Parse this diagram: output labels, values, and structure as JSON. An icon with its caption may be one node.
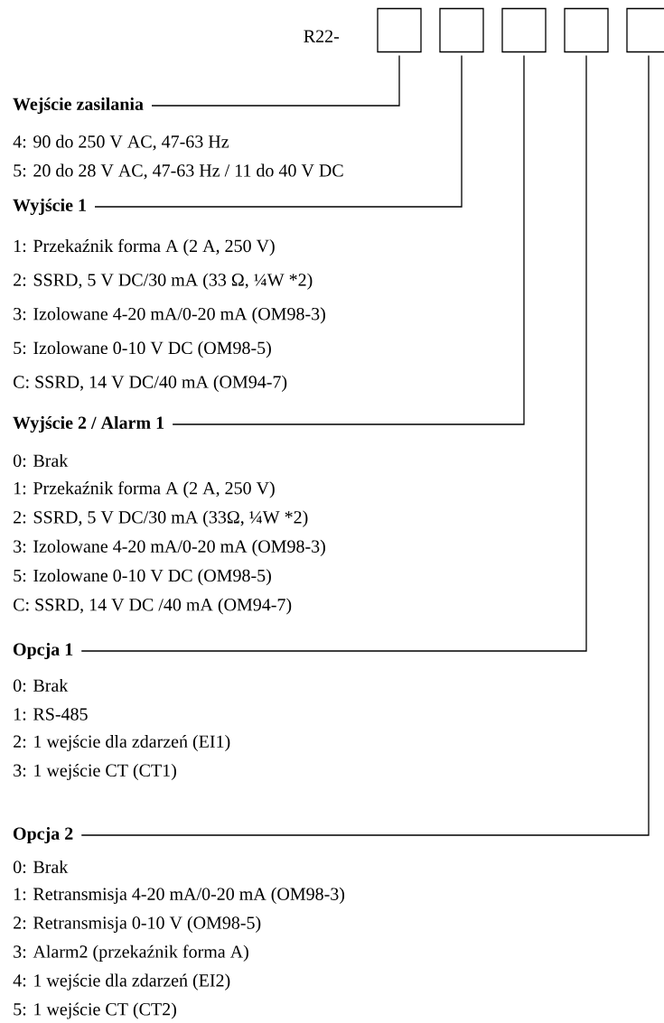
{
  "diagram": {
    "nodes": [
      {
        "text": [],
        "shape": "box"
      },
      {
        "text": [],
        "shape": "box"
      },
      {
        "text": [],
        "shape": "box"
      },
      {
        "text": [],
        "shape": "box"
      },
      {
        "text": [],
        "shape": "box"
      },
      {
        "text": [
          "Wejście zasilania"
        ],
        "beside": [
          "4: 90 do 250 V AC, 47-63 Hz",
          "5: 20 do 28 V AC, 47-63 Hz / 11 do 40 V DC"
        ]
      },
      {
        "text": [
          "Wyjście 1"
        ],
        "beside": [
          "1: Przekaźnik forma A (2 A, 250 V)",
          "2: SSRD, 5 V DC/30 mA (33 Ω, ¼W *2)",
          "3: Izolowane 4-20 mA/0-20 mA (OM98-3)",
          "5: Izolowane 0-10 V DC (OM98-5)",
          "C: SSRD, 14 V DC/40 mA (OM94-7)"
        ]
      },
      {
        "text": [
          "Wyjście 2 / Alarm 1"
        ],
        "beside": [
          "0: Brak",
          "1: Przekaźnik forma A (2 A, 250 V)",
          "2: SSRD, 5 V DC/30 mA (33Ω, ¼W *2)",
          "3: Izolowane 4-20 mA/0-20 mA (OM98-3)",
          "5: Izolowane 0-10 V DC (OM98-5)",
          "C: SSRD, 14 V DC /40 mA (OM94-7)"
        ]
      },
      {
        "text": [
          "Opcja 1"
        ],
        "beside": [
          "0: Brak",
          "1: RS-485",
          "2: 1 wejście dla zdarzeń (EI1)",
          "3: 1 wejście CT (CT1)"
        ]
      },
      {
        "text": [
          "Opcja 2"
        ],
        "beside": [
          "0: Brak",
          "1: Retransmisja 4-20 mA/0-20 mA (OM98-3)",
          "2: Retransmisja 0-10 V (OM98-5)",
          "3: Alarm2 (przekaźnik forma A)",
          "4: 1 wejście dla zdarzeń (EI2)",
          "5: 1 wejście CT (CT2)"
        ]
      }
    ],
    "edges": [
      {
        "from": 0,
        "to": 5,
        "arrow": "none"
      },
      {
        "from": 1,
        "to": 6,
        "arrow": "none"
      },
      {
        "from": 2,
        "to": 7,
        "arrow": "none"
      },
      {
        "from": 3,
        "to": 8,
        "arrow": "none"
      },
      {
        "from": 4,
        "to": 9,
        "arrow": "none"
      }
    ],
    "labels": [
      "R22-"
    ]
  }
}
